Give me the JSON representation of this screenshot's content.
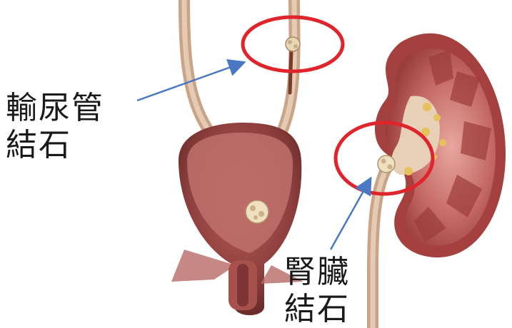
{
  "labels": {
    "ureter_stone": {
      "line1": "輸尿管",
      "line2": "結石"
    },
    "kidney_stone": {
      "line1": "腎臟",
      "line2": "結石"
    }
  },
  "colors": {
    "highlight_circle": "#e0242b",
    "arrow": "#4a78c4",
    "tissue": "#8a3c3c",
    "tube": "#d8b79c",
    "stone": "#e9d6b4"
  }
}
